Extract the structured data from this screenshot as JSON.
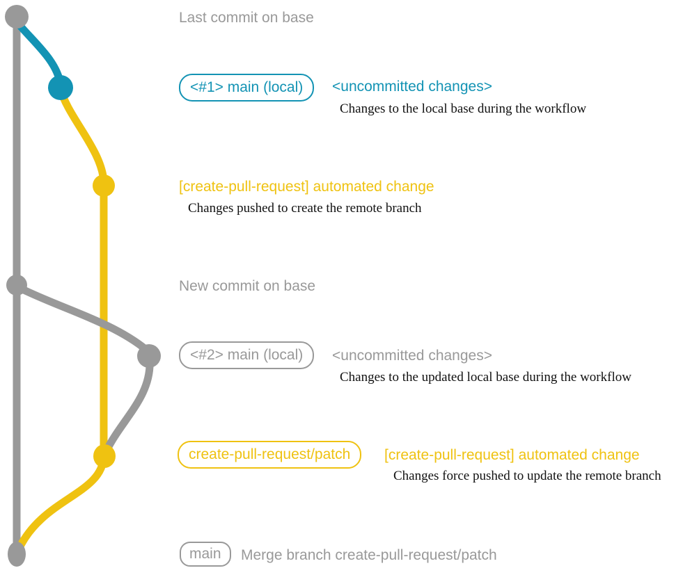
{
  "palette": {
    "gray": "#999999",
    "teal": "#1393b4",
    "yellow": "#efc211",
    "description_text": "#111111",
    "background": "#ffffff"
  },
  "diagram": {
    "type": "git-branch-graph",
    "branches": [
      {
        "name": "base",
        "color": "#999999"
      },
      {
        "name": "local-main",
        "color": "#1393b4"
      },
      {
        "name": "create-pull-request/patch",
        "color": "#efc211"
      }
    ],
    "annotations": {
      "last_commit": {
        "label": "Last commit on base"
      },
      "commit1": {
        "branch_tag": "<#1> main (local)",
        "status": "<uncommitted changes>",
        "description": "Changes to the local base during the workflow"
      },
      "push1": {
        "message": "[create-pull-request] automated change",
        "description": "Changes pushed to create the remote branch"
      },
      "new_commit": {
        "label": "New commit on base"
      },
      "commit2": {
        "branch_tag": "<#2> main (local)",
        "status": "<uncommitted changes>",
        "description": "Changes to the updated local base during the workflow"
      },
      "push2": {
        "branch_tag": "create-pull-request/patch",
        "message": "[create-pull-request] automated change",
        "description": "Changes force pushed to update the remote branch"
      },
      "merge": {
        "branch_tag": "main",
        "message": "Merge branch create-pull-request/patch"
      }
    }
  }
}
